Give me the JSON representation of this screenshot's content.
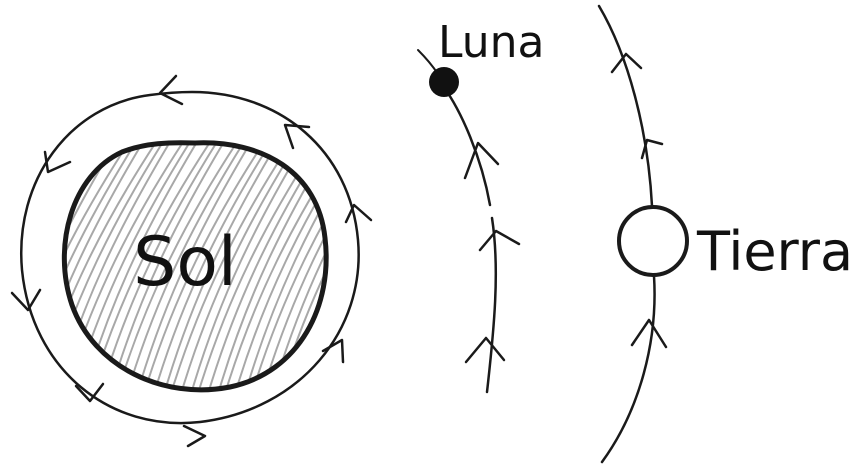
{
  "diagram": {
    "labels": {
      "sun": "Sol",
      "moon": "Luna",
      "earth": "Tierra"
    }
  },
  "colors": {
    "ink": "#1a1a1a",
    "sun_hatch": "#a8a8a8",
    "moon_fill": "#111111",
    "earth_fill": "#ffffff",
    "background": "#ffffff"
  },
  "icons": {
    "direction_marker": "chevron-arrow-icon"
  }
}
